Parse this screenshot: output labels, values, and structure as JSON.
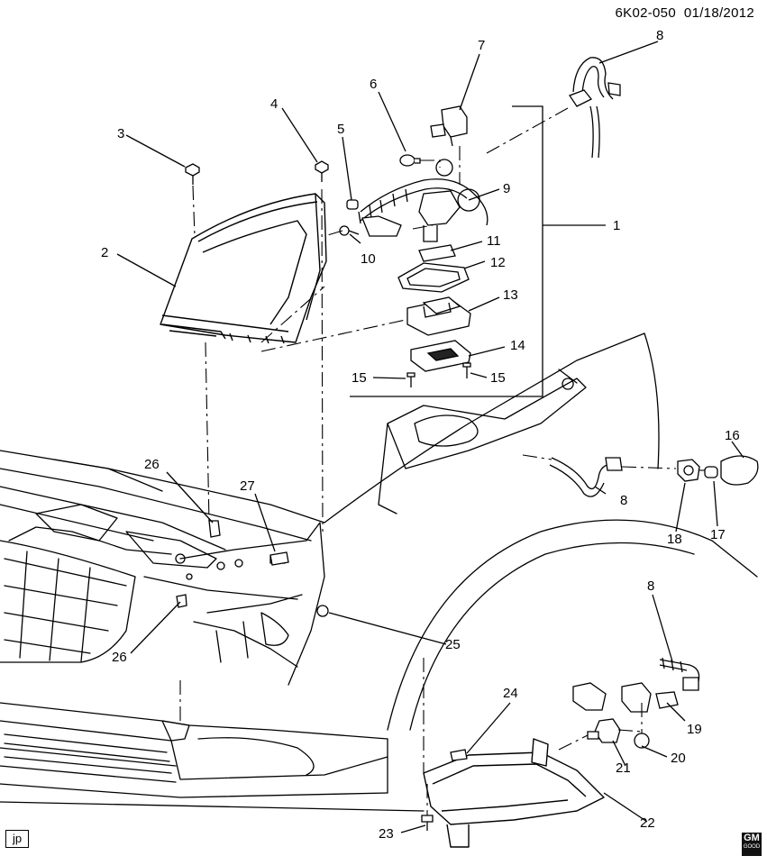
{
  "header": {
    "diagram_code": "6K02-050",
    "date": "01/18/2012"
  },
  "footer": {
    "tag": "jp",
    "logo_text": "GM",
    "logo_subtext": "GOOD"
  },
  "callouts": {
    "c1": "1",
    "c2": "2",
    "c3": "3",
    "c4": "4",
    "c5": "5",
    "c6": "6",
    "c7": "7",
    "c8a": "8",
    "c8b": "8",
    "c8c": "8",
    "c9": "9",
    "c10": "10",
    "c11": "11",
    "c12": "12",
    "c13": "13",
    "c14": "14",
    "c15a": "15",
    "c15b": "15",
    "c16": "16",
    "c17": "17",
    "c18": "18",
    "c19": "19",
    "c20": "20",
    "c21": "21",
    "c22": "22",
    "c23": "23",
    "c24": "24",
    "c25": "25",
    "c26a": "26",
    "c26b": "26",
    "c27": "27"
  }
}
